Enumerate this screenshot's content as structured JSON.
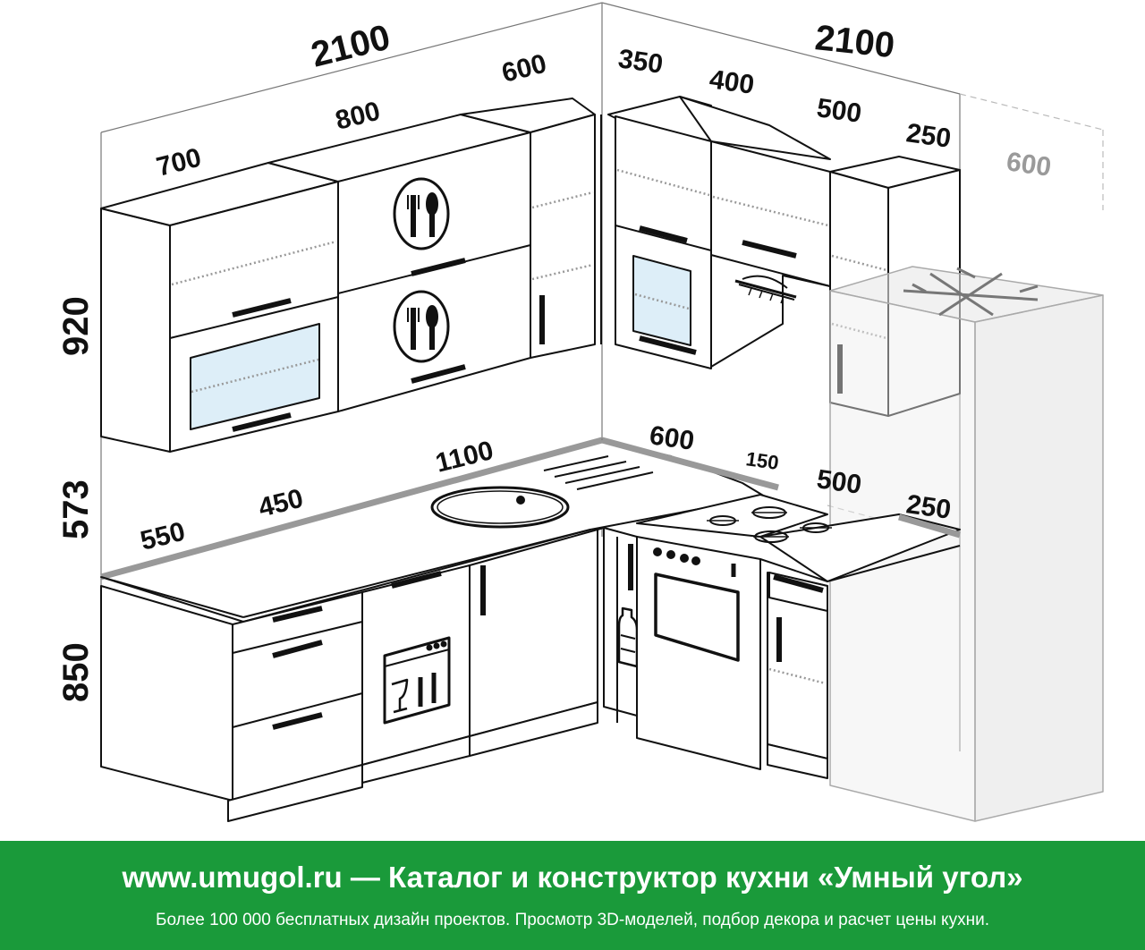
{
  "dimensions": {
    "top_left_total": "2100",
    "top_right_total": "2100",
    "upper_left": [
      "700",
      "800",
      "600"
    ],
    "upper_right": [
      "350",
      "400",
      "500",
      "250"
    ],
    "fridge_width": "600",
    "counter_left": [
      "550",
      "450",
      "1100"
    ],
    "counter_right": [
      "600",
      "150",
      "500",
      "250"
    ],
    "heights": [
      "920",
      "573",
      "850"
    ]
  },
  "icons": {
    "cabinet_1": "cutlery-icon",
    "cabinet_2": "cutlery-icon",
    "dishwasher": "dishwasher-icon",
    "bottle": "bottle-icon",
    "hood": "range-hood-icon",
    "freezer": "snowflake-icon",
    "stove": "gas-hob-icon"
  },
  "colors": {
    "footer_bg": "#1a9a3a",
    "line": "#111111",
    "glass": "#ddeef8",
    "counter_edge": "#999999"
  },
  "footer": {
    "link": "www.umugol.ru",
    "title_rest": " — Каталог и конструктор кухни «Умный угол»",
    "subtitle": "Более 100 000 бесплатных дизайн проектов. Просмотр 3D-моделей, подбор декора и расчет цены кухни."
  }
}
